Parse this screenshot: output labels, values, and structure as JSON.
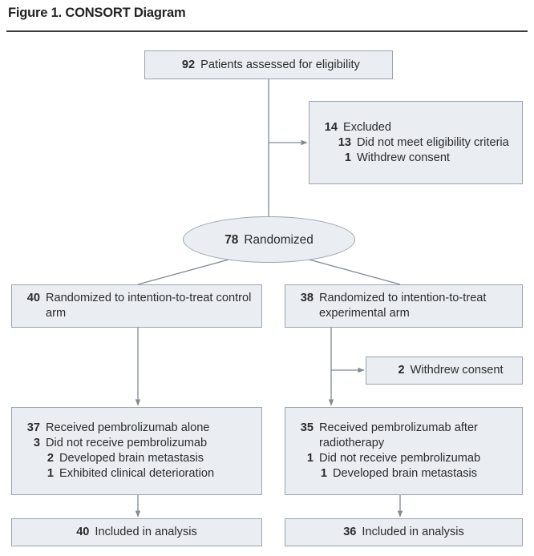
{
  "figure": {
    "title": "Figure 1. CONSORT Diagram"
  },
  "colors": {
    "box_fill": "#eaeef3",
    "box_border": "#9aa3ad",
    "connector": "#808a94",
    "text": "#2b2b2b",
    "rule": "#3c3c3c"
  },
  "chart_data": {
    "type": "diagram",
    "title": "Figure 1. CONSORT Diagram",
    "nodes": [
      {
        "id": "assessed",
        "shape": "rect",
        "lines": [
          {
            "num": "92",
            "text": "Patients assessed for eligibility",
            "indent": 0
          }
        ]
      },
      {
        "id": "excluded",
        "shape": "rect",
        "lines": [
          {
            "num": "14",
            "text": "Excluded",
            "indent": 0
          },
          {
            "num": "13",
            "text": "Did not meet eligibility criteria",
            "indent": 1
          },
          {
            "num": "1",
            "text": "Withdrew consent",
            "indent": 1
          }
        ]
      },
      {
        "id": "randomized",
        "shape": "ellipse",
        "lines": [
          {
            "num": "78",
            "text": "Randomized",
            "indent": 0
          }
        ]
      },
      {
        "id": "control-arm",
        "shape": "rect",
        "lines": [
          {
            "num": "40",
            "text": "Randomized to intention-to-treat control arm",
            "indent": 0
          }
        ]
      },
      {
        "id": "experimental-arm",
        "shape": "rect",
        "lines": [
          {
            "num": "38",
            "text": "Randomized to intention-to-treat experimental arm",
            "indent": 0
          }
        ]
      },
      {
        "id": "withdrew-consent",
        "shape": "rect",
        "lines": [
          {
            "num": "2",
            "text": "Withdrew consent",
            "indent": 0
          }
        ]
      },
      {
        "id": "control-treatment",
        "shape": "rect",
        "lines": [
          {
            "num": "37",
            "text": "Received pembrolizumab alone",
            "indent": 0
          },
          {
            "num": "3",
            "text": "Did not receive pembrolizumab",
            "indent": 0
          },
          {
            "num": "2",
            "text": "Developed brain metastasis",
            "indent": 1
          },
          {
            "num": "1",
            "text": "Exhibited clinical deterioration",
            "indent": 1
          }
        ]
      },
      {
        "id": "experimental-treatment",
        "shape": "rect",
        "lines": [
          {
            "num": "35",
            "text": "Received pembrolizumab after radiotherapy",
            "indent": 0
          },
          {
            "num": "1",
            "text": "Did not receive pembrolizumab",
            "indent": 0
          },
          {
            "num": "1",
            "text": "Developed brain metastasis",
            "indent": 1
          }
        ]
      },
      {
        "id": "control-analysis",
        "shape": "rect",
        "lines": [
          {
            "num": "40",
            "text": "Included in analysis",
            "indent": 0
          }
        ]
      },
      {
        "id": "experimental-analysis",
        "shape": "rect",
        "lines": [
          {
            "num": "36",
            "text": "Included in analysis",
            "indent": 0
          }
        ]
      }
    ],
    "edges": [
      {
        "from": "assessed",
        "to": "excluded",
        "style": "elbow-arrow"
      },
      {
        "from": "assessed",
        "to": "randomized",
        "style": "straight"
      },
      {
        "from": "randomized",
        "to": "control-arm",
        "style": "diagonal"
      },
      {
        "from": "randomized",
        "to": "experimental-arm",
        "style": "diagonal"
      },
      {
        "from": "control-arm",
        "to": "control-treatment",
        "style": "straight-arrow"
      },
      {
        "from": "experimental-arm",
        "to": "withdrew-consent",
        "style": "elbow-arrow"
      },
      {
        "from": "experimental-arm",
        "to": "experimental-treatment",
        "style": "straight-arrow"
      },
      {
        "from": "control-treatment",
        "to": "control-analysis",
        "style": "straight-arrow"
      },
      {
        "from": "experimental-treatment",
        "to": "experimental-analysis",
        "style": "straight-arrow"
      }
    ]
  },
  "nodes": {
    "assessed": {
      "l0": {
        "num": "92",
        "text": "Patients assessed for eligibility"
      }
    },
    "excluded": {
      "l0": {
        "num": "14",
        "text": "Excluded"
      },
      "l1": {
        "num": "13",
        "text": "Did not meet eligibility criteria"
      },
      "l2": {
        "num": "1",
        "text": "Withdrew consent"
      }
    },
    "randomized": {
      "l0": {
        "num": "78",
        "text": "Randomized"
      }
    },
    "control_arm": {
      "l0": {
        "num": "40",
        "text": "Randomized to intention-to-treat control arm"
      }
    },
    "experimental_arm": {
      "l0": {
        "num": "38",
        "text": "Randomized to intention-to-treat experimental arm"
      }
    },
    "withdrew_consent": {
      "l0": {
        "num": "2",
        "text": "Withdrew consent"
      }
    },
    "control_treatment": {
      "l0": {
        "num": "37",
        "text": "Received pembrolizumab alone"
      },
      "l1": {
        "num": "3",
        "text": "Did not receive pembrolizumab"
      },
      "l2": {
        "num": "2",
        "text": "Developed brain metastasis"
      },
      "l3": {
        "num": "1",
        "text": "Exhibited clinical deterioration"
      }
    },
    "experimental_treatment": {
      "l0": {
        "num": "35",
        "text": "Received pembrolizumab after radiotherapy"
      },
      "l1": {
        "num": "1",
        "text": "Did not receive pembrolizumab"
      },
      "l2": {
        "num": "1",
        "text": "Developed brain metastasis"
      }
    },
    "control_analysis": {
      "l0": {
        "num": "40",
        "text": "Included in analysis"
      }
    },
    "experimental_analysis": {
      "l0": {
        "num": "36",
        "text": "Included in analysis"
      }
    }
  }
}
